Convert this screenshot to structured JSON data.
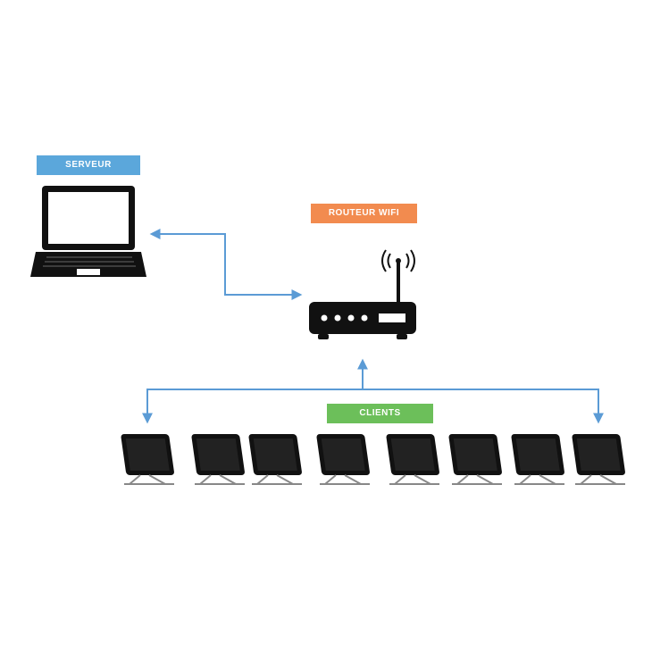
{
  "labels": {
    "server": "SERVEUR",
    "router": "ROUTEUR WIFI",
    "clients": "CLIENTS"
  },
  "colors": {
    "server_label": "#5ba7db",
    "router_label": "#f28b4f",
    "clients_label": "#6cbf5a",
    "connector": "#5b9bd5",
    "device": "#111111"
  },
  "icons": {
    "server": "laptop-icon",
    "router": "wifi-router-icon",
    "client": "tablet-icon"
  },
  "client_count": 8
}
